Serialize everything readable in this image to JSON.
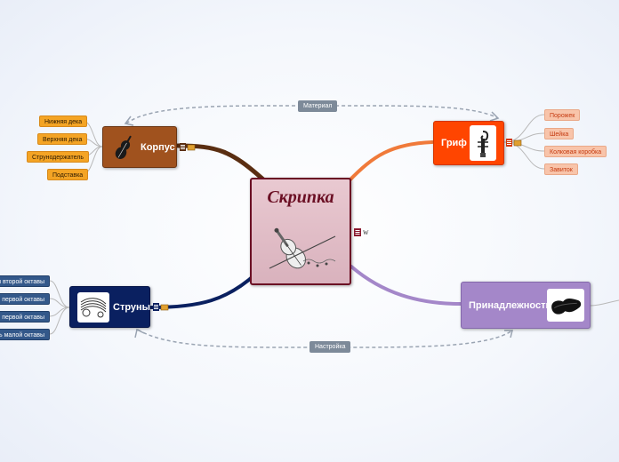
{
  "central": {
    "title": "Скрипка",
    "note_label": "w"
  },
  "topics": {
    "korpus": {
      "label": "Корпус",
      "color": "#a0521e",
      "children": [
        "Нижняя дека",
        "Верхняя дека",
        "Струнодержатель",
        "Подставка"
      ]
    },
    "grif": {
      "label": "Гриф",
      "color": "#ff4500",
      "children": [
        "Порожек",
        "Шейка",
        "Колковая коробка",
        "Завиток"
      ]
    },
    "struny": {
      "label": "Струны",
      "color": "#0a2060",
      "children": [
        "Ми второй октавы",
        "Ля первой октавы",
        "Ре первой октавы",
        "Соль малой октавы"
      ]
    },
    "prin": {
      "label": "Принадлежности",
      "color": "#a487c9"
    }
  },
  "relations": {
    "top": "Материал",
    "bottom": "Настройка"
  }
}
